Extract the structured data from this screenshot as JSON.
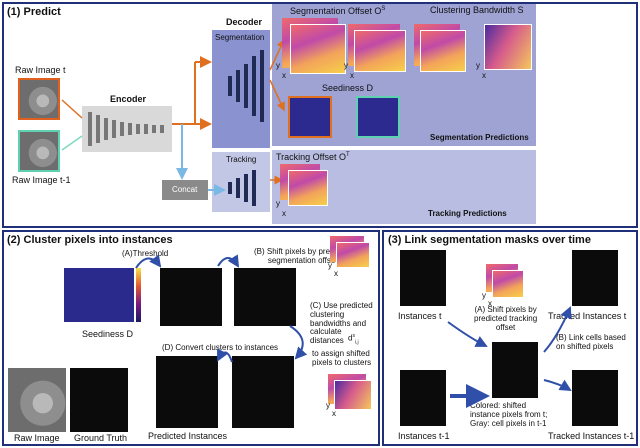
{
  "section1": {
    "title": "(1) Predict",
    "raw_image_t": "Raw Image t",
    "raw_image_t1": "Raw Image t-1",
    "encoder": "Encoder",
    "decoder": "Decoder",
    "segmentation": "Segmentation",
    "tracking": "Tracking",
    "concat": "Concat",
    "seg_offset": "Segmentation Offset O",
    "seg_offset_sup": "S",
    "clustering_bw": "Clustering Bandwidth S",
    "seediness": "Seediness D",
    "seg_predictions": "Segmentation Predictions",
    "tracking_offset": "Tracking Offset O",
    "tracking_offset_sup": "T",
    "tracking_predictions": "Tracking Predictions",
    "axis_x": "x",
    "axis_y": "y"
  },
  "section2": {
    "title": "(2) Cluster pixels into instances",
    "threshold": "(A)Threshold",
    "shift_pixels": "(B) Shift pixels by predicted\nsegmentation offset",
    "use_predicted": "(C) Use predicted\nclustering\nbandwidths and\ncalculate\ndistances",
    "distance_term": "d",
    "distance_sup": "s",
    "distance_sub": "i,j",
    "assign_shifted": "to assign shifted\npixels to clusters",
    "convert_clusters": "(D) Convert clusters to instances",
    "seediness_label": "Seediness D",
    "predicted_instances": "Predicted Instances",
    "raw_image": "Raw Image",
    "ground_truth": "Ground Truth",
    "axis_x": "x",
    "axis_y": "y"
  },
  "section3": {
    "title": "(3) Link segmentation masks over time",
    "instances_t": "Instances t",
    "instances_t1": "Instances t-1",
    "shift_tracking": "(A) Shift pixels by\npredicted tracking\noffset",
    "tracked_t": "Tracked Instances t",
    "link_cells": "(B) Link cells based\non shifted pixels",
    "colored_note": "Colored: shifted\ninstance pixels from t;\nGray: cell pixels in t-1",
    "tracked_t1": "Tracked Instances t-1",
    "axis_x": "x",
    "axis_y": "y"
  }
}
